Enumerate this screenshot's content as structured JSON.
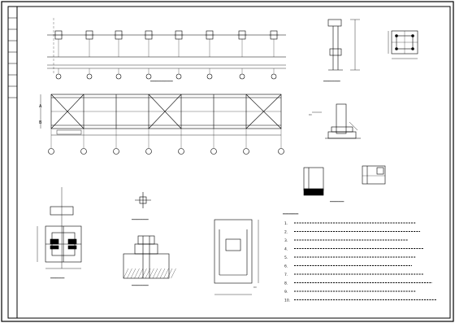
{
  "sheet": {
    "annotation_lines_count": 10,
    "note_numbers": [
      "1.",
      "2.",
      "3.",
      "4.",
      "5.",
      "6.",
      "7.",
      "8.",
      "9.",
      "10."
    ],
    "last_note_number": "10."
  },
  "colors": {
    "line": "#000000",
    "bg": "#ffffff"
  }
}
